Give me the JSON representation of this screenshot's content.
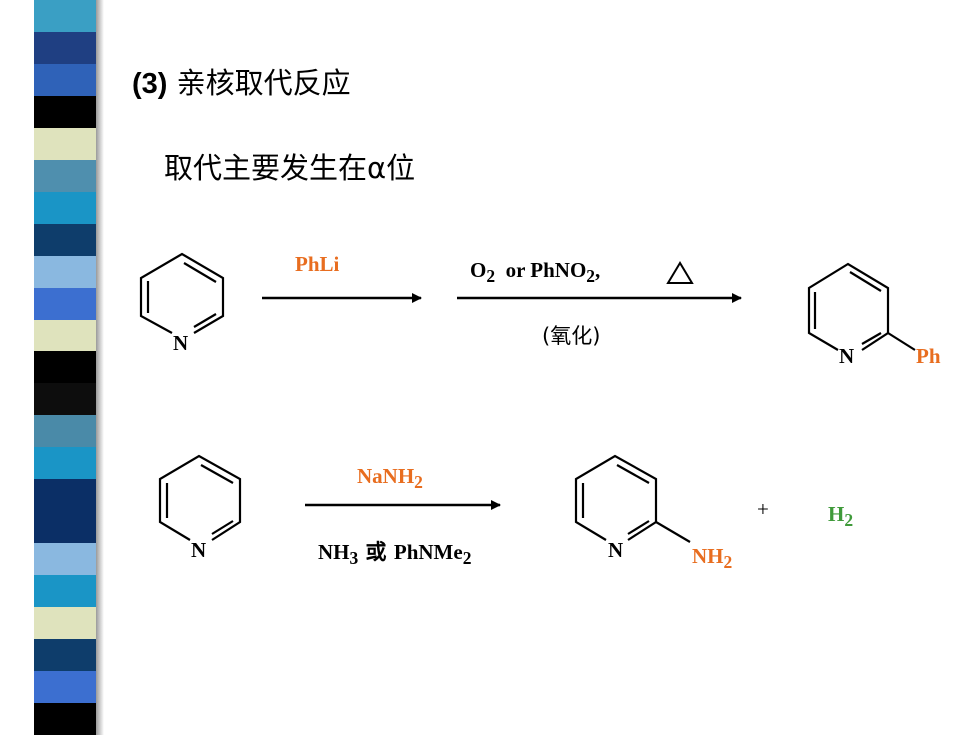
{
  "slide": {
    "heading_number": "(3)",
    "heading_text": " 亲核取代反应",
    "subheading": "取代主要发生在α位"
  },
  "reaction1": {
    "reactant_atom": "N",
    "arrow1_reagent": "PhLi",
    "arrow2_reagent_o": "O",
    "arrow2_reagent_o_sub": "2",
    "arrow2_reagent_or": "  or PhNO",
    "arrow2_reagent_phno_sub": "2",
    "arrow2_reagent_comma": ",",
    "arrow2_condition": "(氧化)",
    "product_atom": "N",
    "product_substituent": "Ph"
  },
  "reaction2": {
    "reactant_atom": "N",
    "reagent_main": "NaNH",
    "reagent_main_sub": "2",
    "solvent_nh": "NH",
    "solvent_nh_sub": "3",
    "solvent_or": " 或 ",
    "solvent_phnme": "PhNMe",
    "solvent_phnme_sub": "2",
    "product_atom": "N",
    "product_substituent": "NH",
    "product_substituent_sub": "2",
    "plus": "+",
    "byproduct": "H",
    "byproduct_sub": "2"
  },
  "colors": {
    "reagent_orange": "#e86d1f",
    "byproduct_green": "#3f9a3a",
    "stripes": [
      "#3a9fc4",
      "#1f3f82",
      "#2f62b8",
      "#000000",
      "#dfe3bd",
      "#4f8fae",
      "#1a95c6",
      "#0e3d6b",
      "#8ab8e0",
      "#3c6fd0",
      "#dfe3bd",
      "#000000",
      "#0d0d0d",
      "#4a8aa8",
      "#1a95c6",
      "#0b2f66",
      "#0b2f66",
      "#8ab8e0",
      "#1a95c6",
      "#dfe3bd",
      "#0e3d6b",
      "#3c6fd0",
      "#000000"
    ]
  },
  "icons": {
    "heat_symbol": "triangle-icon"
  }
}
